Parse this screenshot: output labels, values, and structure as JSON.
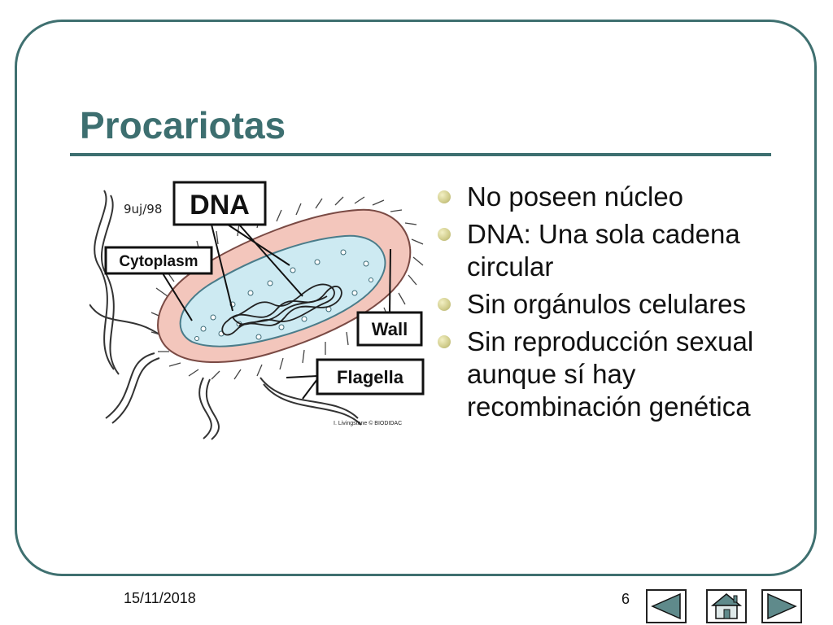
{
  "slide": {
    "title": "Procariotas",
    "bullets": [
      "No poseen núcleo",
      "DNA: Una sola cadena circular",
      "Sin orgánulos celulares",
      "Sin reproducción sexual aunque sí hay recombinación genética"
    ]
  },
  "figure": {
    "labels": {
      "dna": "DNA",
      "cytoplasm": "Cytoplasm",
      "wall": "Wall",
      "flagella": "Flagella"
    },
    "handwritten": "9uj/98",
    "credit": "I. Livingstone © BIODIDAC"
  },
  "footer": {
    "date": "15/11/2018",
    "page": "6"
  },
  "navigation": {
    "buttons": [
      "previous-slide",
      "home",
      "next-slide"
    ],
    "icons": [
      "triangle-left-icon",
      "house-icon",
      "triangle-right-icon"
    ]
  },
  "colors": {
    "accent": "#3d6f70",
    "cell_wall": "#f3c6bc",
    "cytoplasm": "#cdeaf2"
  }
}
